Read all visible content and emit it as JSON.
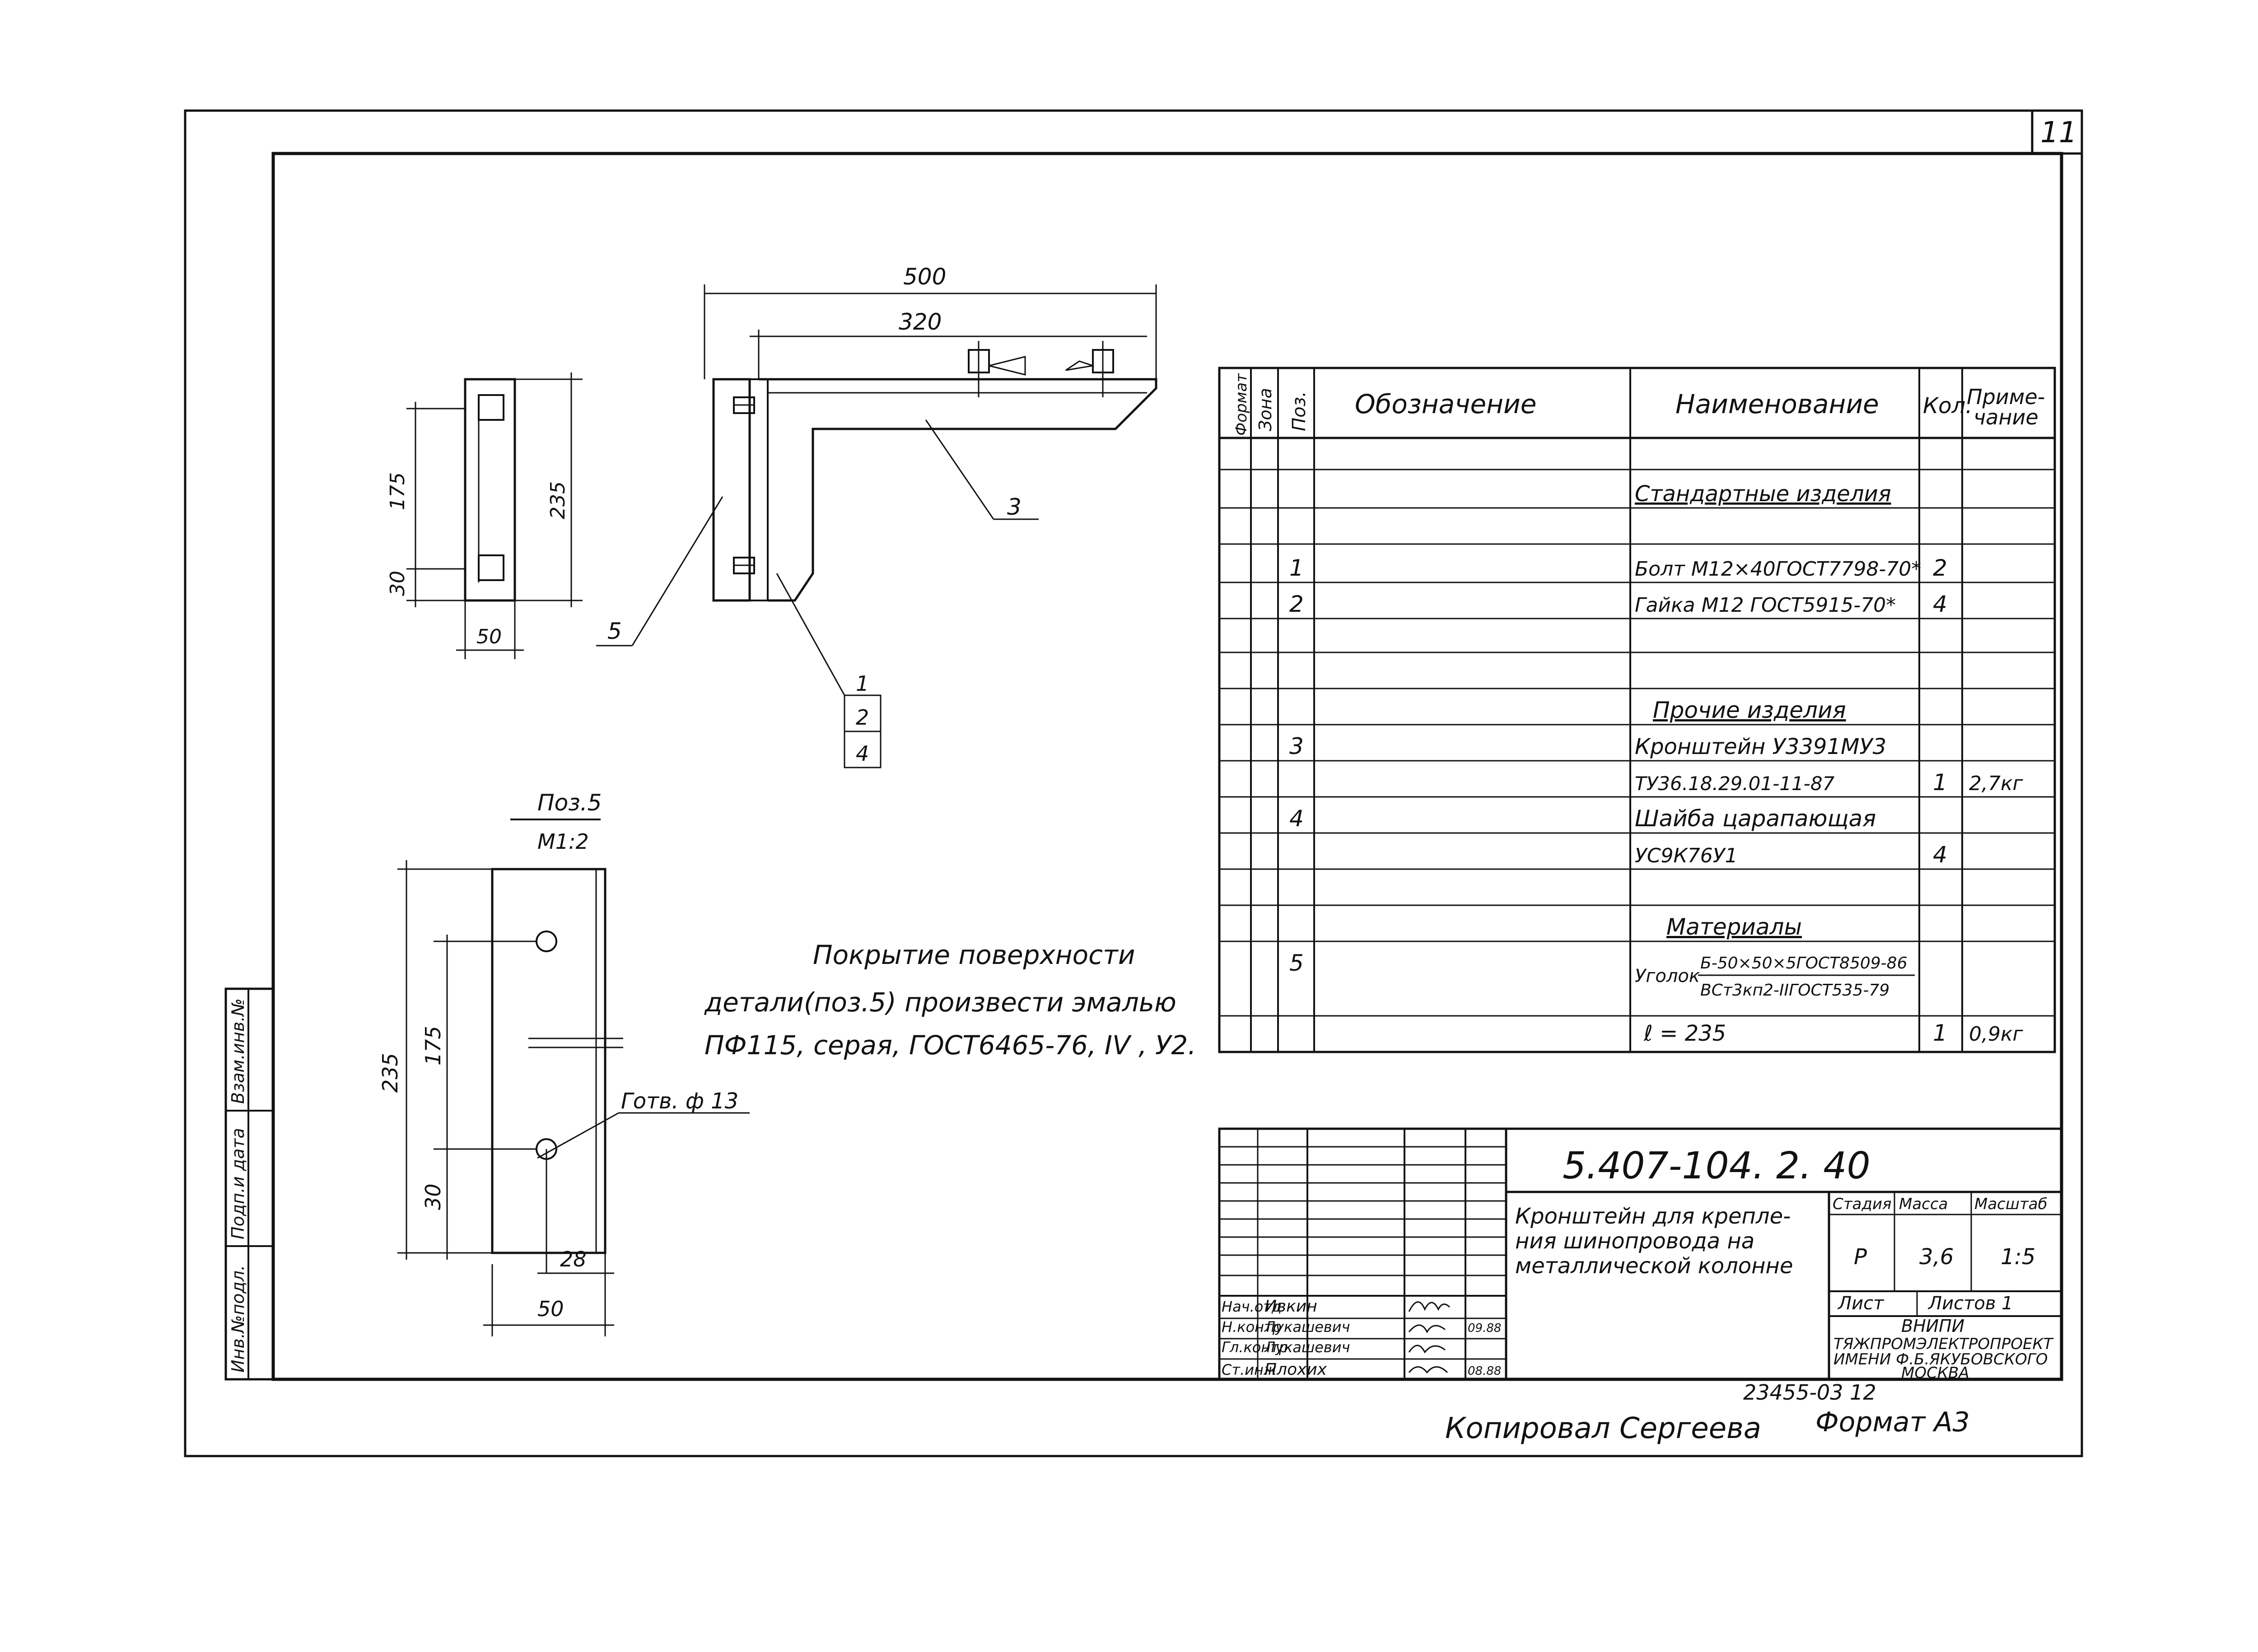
{
  "sheet_number": "11",
  "dimensions": {
    "top_overall": "500",
    "top_inner": "320",
    "side_height": "235",
    "side_spacing": "175",
    "side_edge": "30",
    "side_width": "50",
    "detail_height": "235",
    "detail_spacing": "175",
    "detail_edge": "30",
    "detail_hole_offset": "28",
    "detail_width": "50"
  },
  "position_callouts": {
    "bracket": "3",
    "angle": "5",
    "stack": [
      "1",
      "2",
      "4"
    ]
  },
  "detail_title": "Поз.5",
  "detail_scale": "М1:2",
  "hole_label": "Готв. ф 13",
  "coating_note": [
    "Покрытие поверхности",
    "детали(поз.5) произвести эмалью",
    "ПФ115, серая, ГОСТ6465-76, IV , У2."
  ],
  "spec_table": {
    "headers": {
      "format": "Формат",
      "zone": "Зона",
      "pos": "Поз.",
      "designation": "Обозначение",
      "name": "Наименование",
      "qty": "Кол.",
      "note": "Приме-чание"
    },
    "rows": [
      {
        "pos": "",
        "name": "",
        "qty": "",
        "note": ""
      },
      {
        "pos": "",
        "name": "Стандартные изделия",
        "qty": "",
        "note": "",
        "underline": true
      },
      {
        "pos": "",
        "name": "",
        "qty": "",
        "note": ""
      },
      {
        "pos": "1",
        "name": "Болт М12×40ГОСТ7798-70*",
        "qty": "2",
        "note": ""
      },
      {
        "pos": "2",
        "name": "Гайка М12 ГОСТ5915-70*",
        "qty": "4",
        "note": ""
      },
      {
        "pos": "",
        "name": "",
        "qty": "",
        "note": ""
      },
      {
        "pos": "",
        "name": "",
        "qty": "",
        "note": ""
      },
      {
        "pos": "",
        "name": "Прочие изделия",
        "qty": "",
        "note": "",
        "underline": true
      },
      {
        "pos": "3",
        "name": "Кронштейн У3391МУ3",
        "qty": "",
        "note": ""
      },
      {
        "pos": "",
        "name": "ТУ36.18.29.01-11-87",
        "qty": "1",
        "note": "2,7кг"
      },
      {
        "pos": "4",
        "name": "Шайба царапающая",
        "qty": "",
        "note": ""
      },
      {
        "pos": "",
        "name": "УС9К76У1",
        "qty": "4",
        "note": ""
      },
      {
        "pos": "",
        "name": "",
        "qty": "",
        "note": ""
      },
      {
        "pos": "",
        "name": "Материалы",
        "qty": "",
        "note": "",
        "underline": true
      },
      {
        "pos": "5",
        "name": "",
        "qty": "",
        "note": ""
      },
      {
        "pos": "",
        "name": "",
        "qty": "",
        "note": ""
      },
      {
        "pos": "",
        "name": "ℓ = 235",
        "qty": "1",
        "note": "0,9кг"
      }
    ],
    "material_prefix": "Уголок",
    "material_top": "Б-50×50×5ГОСТ8509-86",
    "material_bottom": "ВСт3кп2-IIГОСТ535-79"
  },
  "title_block": {
    "document_code": "5.407-104. 2. 40",
    "title_lines": [
      "Кронштейн для крепле-",
      "ния шинопровода на",
      "металлической колонне"
    ],
    "stage_label": "Стадия",
    "mass_label": "Масса",
    "scale_label": "Масштаб",
    "stage": "Р",
    "mass": "3,6",
    "scale": "1:5",
    "sheet_label": "Лист",
    "sheets_label": "Листов 1",
    "org_lines": [
      "ВНИПИ",
      "ТЯЖПРОМЭЛЕКТРОПРОЕКТ",
      "ИМЕНИ Ф.Б.ЯКУБОВСКОГО",
      "МОСКВА"
    ],
    "signatures": [
      {
        "role": "Нач.отд",
        "name": "Ивкин",
        "date": ""
      },
      {
        "role": "Н.контр",
        "name": "Лукашевич",
        "date": "09.88"
      },
      {
        "role": "Гл.контр",
        "name": "Лукашевич",
        "date": ""
      },
      {
        "role": "Ст.инж",
        "name": "Плохих",
        "date": "08.88"
      }
    ]
  },
  "side_stamp": {
    "cells": [
      "Инв.№подл.",
      "Подп.и дата",
      "Взам.инв.№"
    ]
  },
  "footer": {
    "order_number": "23455-03 12",
    "copied_by": "Копировал Сергеева",
    "format": "Формат А3"
  }
}
